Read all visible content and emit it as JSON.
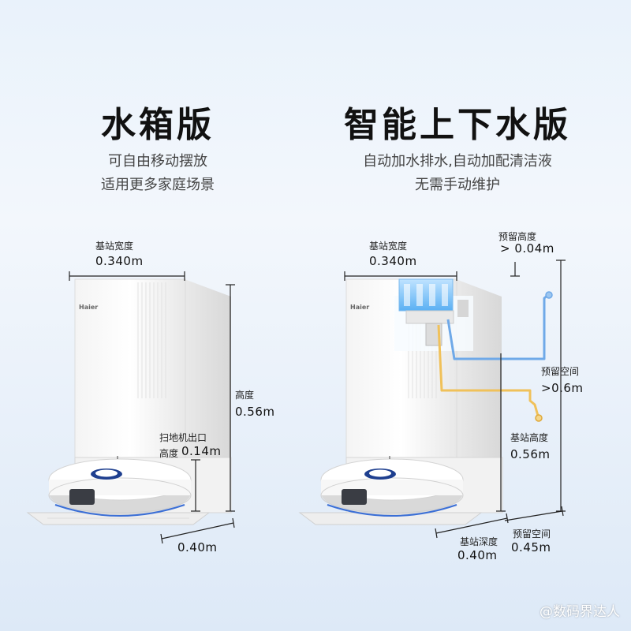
{
  "left": {
    "title": "水箱版",
    "subtitle_1": "可自由移动摆放",
    "subtitle_2": "适用更多家庭场景",
    "width_label": "基站宽度",
    "width_value": "0.340m",
    "height_label": "高度",
    "height_value": "0.56m",
    "outlet_label_1": "扫地机出口",
    "outlet_label_2": "高度",
    "outlet_value": "0.14m",
    "depth_value": "0.40m",
    "logo": "Haier"
  },
  "right": {
    "title": "智能上下水版",
    "subtitle_1": "自动加水排水,自动加配清洁液",
    "subtitle_2": "无需手动维护",
    "width_label": "基站宽度",
    "width_value": "0.340m",
    "reserve_height_label": "预留高度",
    "reserve_height_value": "> 0.04m",
    "reserve_space_label": "预留空间",
    "reserve_space_value": ">0.6m",
    "station_height_label": "基站高度",
    "station_height_value": "0.56m",
    "depth_label": "基站深度",
    "depth_value": "0.40m",
    "rear_space_label": "预留空间",
    "rear_space_value": "0.45m",
    "logo": "Haier"
  },
  "watermark": "@数码界达人",
  "colors": {
    "background": "#e9f2fb",
    "blue_pipe": "#6fa9e8",
    "yellow_pipe": "#f0c15a"
  }
}
